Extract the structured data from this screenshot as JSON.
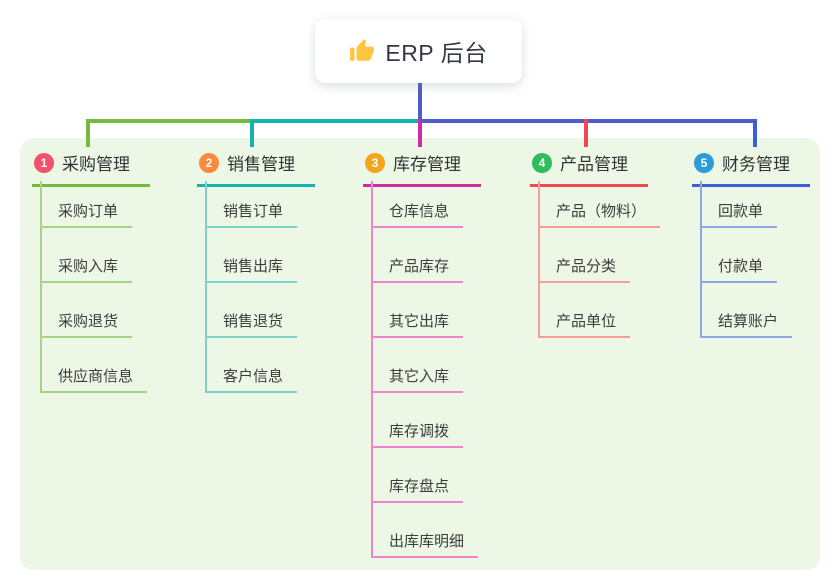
{
  "root": {
    "label": "ERP 后台",
    "icon": "thumbs-up-icon",
    "icon_color": "#fdc63e"
  },
  "colors": {
    "panel_bg": "#ecf7e6",
    "connector_blue": "#4f5cce",
    "card_bg": "#ffffff",
    "text": "#333333"
  },
  "branches": [
    {
      "number": "1",
      "label": "采购管理",
      "badge_color": "#f4516c",
      "line_color": "#77b83e",
      "child_line_color": "#a8d284",
      "children": [
        "采购订单",
        "采购入库",
        "采购退货",
        "供应商信息"
      ]
    },
    {
      "number": "2",
      "label": "销售管理",
      "badge_color": "#fb8a3c",
      "line_color": "#16b3aa",
      "child_line_color": "#7fd0c9",
      "children": [
        "销售订单",
        "销售出库",
        "销售退货",
        "客户信息"
      ]
    },
    {
      "number": "3",
      "label": "库存管理",
      "badge_color": "#f5a51d",
      "line_color": "#cb2f9f",
      "child_line_color": "#ee85cc",
      "children": [
        "仓库信息",
        "产品库存",
        "其它出库",
        "其它入库",
        "库存调拨",
        "库存盘点",
        "出库库明细"
      ]
    },
    {
      "number": "4",
      "label": "产品管理",
      "badge_color": "#2ebd59",
      "line_color": "#f0484e",
      "child_line_color": "#f59d98",
      "children": [
        "产品（物料）",
        "产品分类",
        "产品单位"
      ]
    },
    {
      "number": "5",
      "label": "财务管理",
      "badge_color": "#2b9cd8",
      "line_color": "#3c5fd8",
      "child_line_color": "#8fa7e6",
      "children": [
        "回款单",
        "付款单",
        "结算账户"
      ]
    }
  ]
}
